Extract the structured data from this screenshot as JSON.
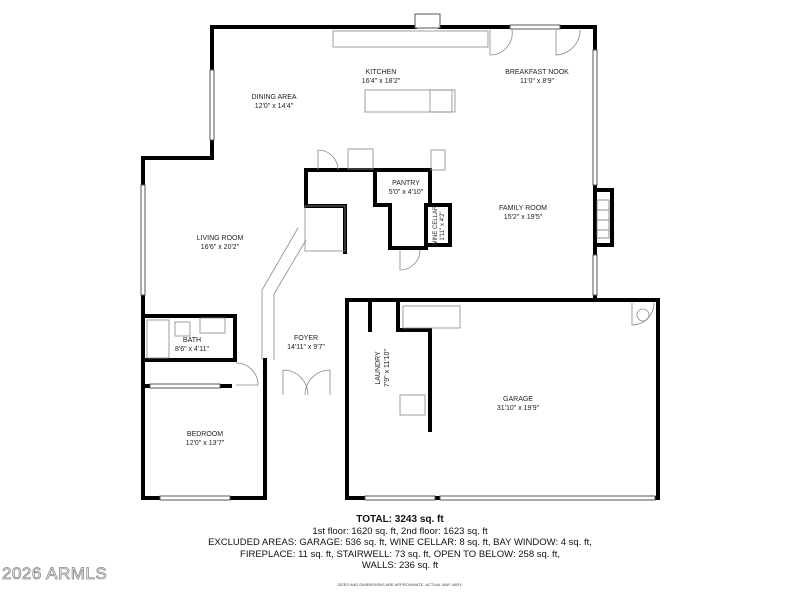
{
  "rooms": {
    "kitchen": {
      "name": "KITCHEN",
      "dims": "16'4\" x 18'2\""
    },
    "breakfast_nook": {
      "name": "BREAKFAST NOOK",
      "dims": "11'0\" x 8'9\""
    },
    "dining_area": {
      "name": "DINING AREA",
      "dims": "12'0\" x 14'4\""
    },
    "pantry": {
      "name": "PANTRY",
      "dims": "5'0\" x 4'10\""
    },
    "wine_cellar": {
      "name": "WINE CELLAR",
      "dims": "1'11\" x 4'2\""
    },
    "family_room": {
      "name": "FAMILY ROOM",
      "dims": "15'2\" x 19'5\""
    },
    "living_room": {
      "name": "LIVING ROOM",
      "dims": "16'6\" x 20'2\""
    },
    "bath": {
      "name": "BATH",
      "dims": "8'6\" x 4'11\""
    },
    "foyer": {
      "name": "FOYER",
      "dims": "14'11\" x 9'7\""
    },
    "laundry": {
      "name": "LAUNDRY",
      "dims": "7'9\" x 11'10\""
    },
    "garage": {
      "name": "GARAGE",
      "dims": "31'10\" x 19'9\""
    },
    "bedroom": {
      "name": "BEDROOM",
      "dims": "12'0\" x 13'7\""
    }
  },
  "summary": {
    "total": "TOTAL: 3243 sq. ft",
    "floors": "1st floor: 1620 sq. ft, 2nd floor: 1623 sq. ft",
    "excluded_1": "EXCLUDED AREAS: GARAGE: 536 sq. ft, WINE CELLAR: 8 sq. ft, BAY WINDOW: 4 sq. ft,",
    "excluded_2": "FIREPLACE: 11 sq. ft, STAIRWELL: 73 sq. ft, OPEN TO BELOW: 258 sq. ft,",
    "walls": "WALLS: 236 sq. ft",
    "disclaimer": "SIZES AND DIMENSIONS ARE APPROXIMATE, ACTUAL MAY VARY."
  },
  "watermark": "2026 ARMLS",
  "colors": {
    "wall": "#000000",
    "fixture": "#888888"
  }
}
